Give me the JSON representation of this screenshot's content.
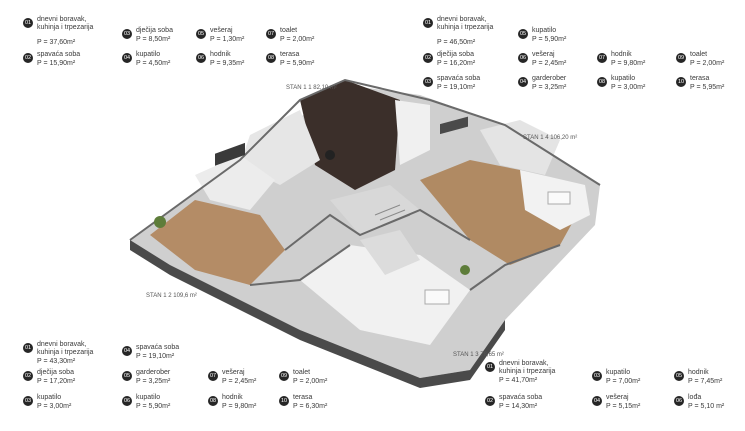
{
  "legends": {
    "stan11": [
      {
        "n": "01",
        "name": "dnevni boravak,\nkuhinja i trpezarija",
        "area": "P = 37,60m²"
      },
      {
        "n": "02",
        "name": "spavaća soba",
        "area": "P = 15,90m²"
      },
      {
        "n": "03",
        "name": "dječija soba",
        "area": "P = 8,50m²"
      },
      {
        "n": "04",
        "name": "kupatilo",
        "area": "P = 4,50m²"
      },
      {
        "n": "05",
        "name": "vešeraj",
        "area": "P = 1,30m²"
      },
      {
        "n": "06",
        "name": "hodnik",
        "area": "P = 9,35m²"
      },
      {
        "n": "07",
        "name": "toalet",
        "area": "P = 2,00m²"
      },
      {
        "n": "08",
        "name": "terasa",
        "area": "P = 5,90m²"
      }
    ],
    "stan14": [
      {
        "n": "01",
        "name": "dnevni boravak,\nkuhinja i trpezarija",
        "area": "P = 46,50m²"
      },
      {
        "n": "02",
        "name": "dječija soba",
        "area": "P = 16,20m²"
      },
      {
        "n": "03",
        "name": "spavaća soba",
        "area": "P = 19,10m²"
      },
      {
        "n": "05",
        "name": "kupatilo",
        "area": "P = 5,90m²"
      },
      {
        "n": "06",
        "name": "vešeraj",
        "area": "P = 2,45m²"
      },
      {
        "n": "04",
        "name": "garderober",
        "area": "P = 3,25m²"
      },
      {
        "n": "07",
        "name": "hodnik",
        "area": "P = 9,80m²"
      },
      {
        "n": "08",
        "name": "kupatilo",
        "area": "P = 3,00m²"
      },
      {
        "n": "09",
        "name": "toalet",
        "area": "P = 2,00m²"
      },
      {
        "n": "10",
        "name": "terasa",
        "area": "P = 5,95m²"
      }
    ],
    "stan12": [
      {
        "n": "01",
        "name": "dnevni boravak,\nkuhinja i trpezarija",
        "area": "P = 43,30m²"
      },
      {
        "n": "02",
        "name": "dječija soba",
        "area": "P = 17,20m²"
      },
      {
        "n": "03",
        "name": "kupatilo",
        "area": "P = 3,00m²"
      },
      {
        "n": "04",
        "name": "spavaća soba",
        "area": "P = 19,10m²"
      },
      {
        "n": "05",
        "name": "garderober",
        "area": "P = 3,25m²"
      },
      {
        "n": "06",
        "name": "kupatilo",
        "area": "P = 5,90m²"
      },
      {
        "n": "07",
        "name": "vešeraj",
        "area": "P = 2,45m²"
      },
      {
        "n": "08",
        "name": "hodnik",
        "area": "P = 9,80m²"
      },
      {
        "n": "09",
        "name": "toalet",
        "area": "P = 2,00m²"
      },
      {
        "n": "10",
        "name": "terasa",
        "area": "P = 6,30m²"
      }
    ],
    "stan13": [
      {
        "n": "01",
        "name": "dnevni boravak,\nkuhinja i trpezarija",
        "area": "P = 41,70m²"
      },
      {
        "n": "02",
        "name": "spavaća soba",
        "area": "P = 14,30m²"
      },
      {
        "n": "03",
        "name": "kupatilo",
        "area": "P = 7,00m²"
      },
      {
        "n": "04",
        "name": "vešeraj",
        "area": "P = 5,15m²"
      },
      {
        "n": "05",
        "name": "hodnik",
        "area": "P = 7,45m²"
      },
      {
        "n": "06",
        "name": "lođa",
        "area": "P = 5,10 m²"
      }
    ]
  },
  "units": {
    "stan11": "STAN 1 1  82,10 m²",
    "stan14": "STAN 1 4  106,20 m²",
    "stan12": "STAN 1 2  109,6 m²",
    "stan13": "STAN 1 3  78,65 m²"
  },
  "colors": {
    "wall": "#e8e8e8",
    "wallSide": "#bdbdbd",
    "wallDark": "#3c3c3c",
    "wood": "#a87f5a",
    "floorDark": "#3b2f2a",
    "bath": "#d9d9d9"
  }
}
